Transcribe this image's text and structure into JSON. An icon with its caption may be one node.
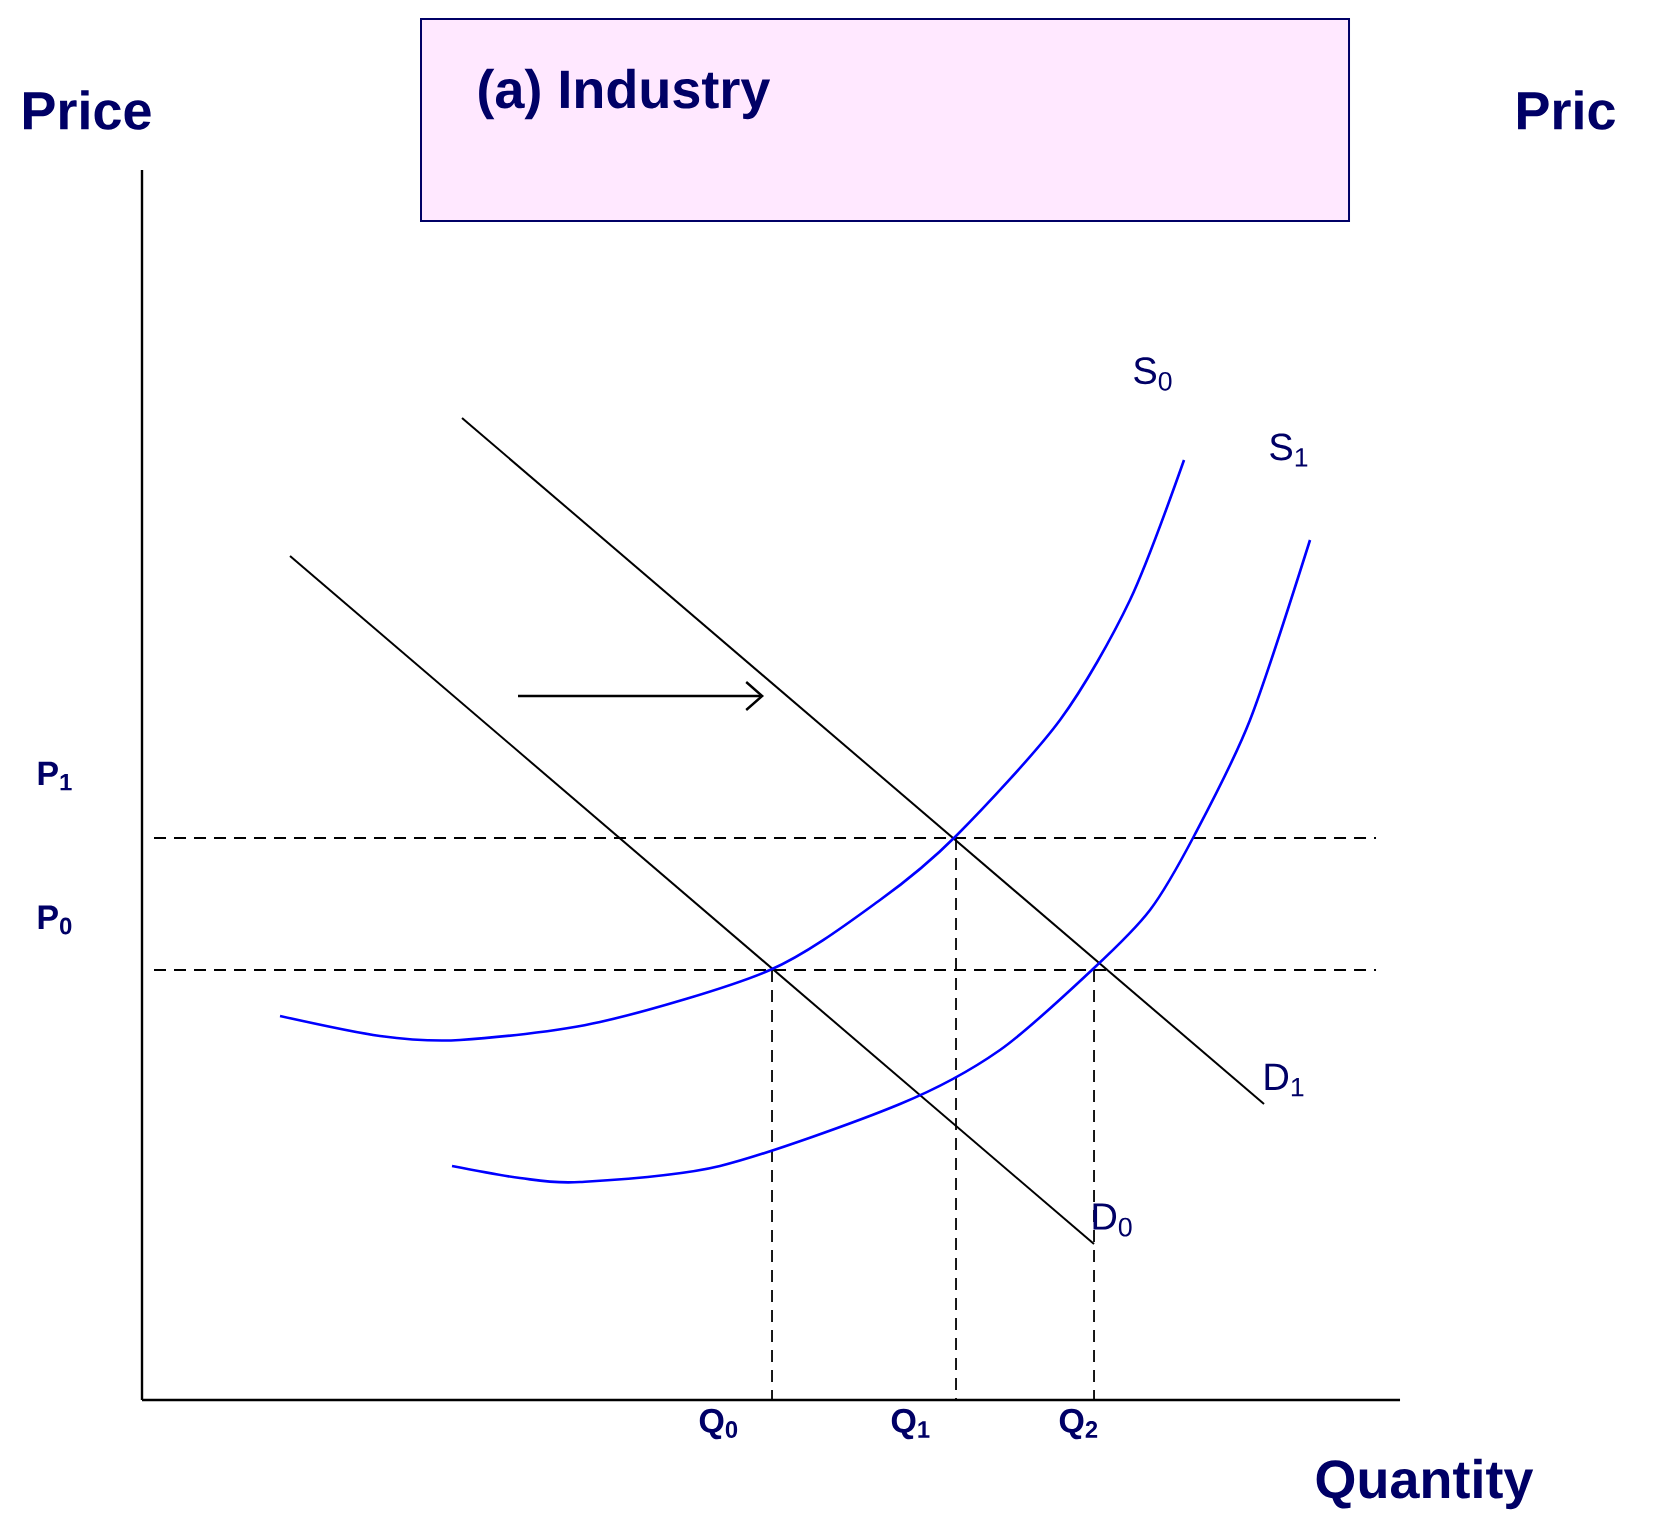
{
  "diagram": {
    "nodes": [
      {
        "text": [
          "(a) Industry"
        ]
      }
    ],
    "labels": [
      "Price",
      "Pric",
      "S$_{0}$",
      "S$_{1}$",
      "P$_{1}$",
      "P$_{0}$",
      "D$_{1}$",
      "D$_{0}$",
      "Q$_{0}$",
      "Q$_{1}$",
      "Q$_{2}$",
      "Quantity"
    ]
  }
}
